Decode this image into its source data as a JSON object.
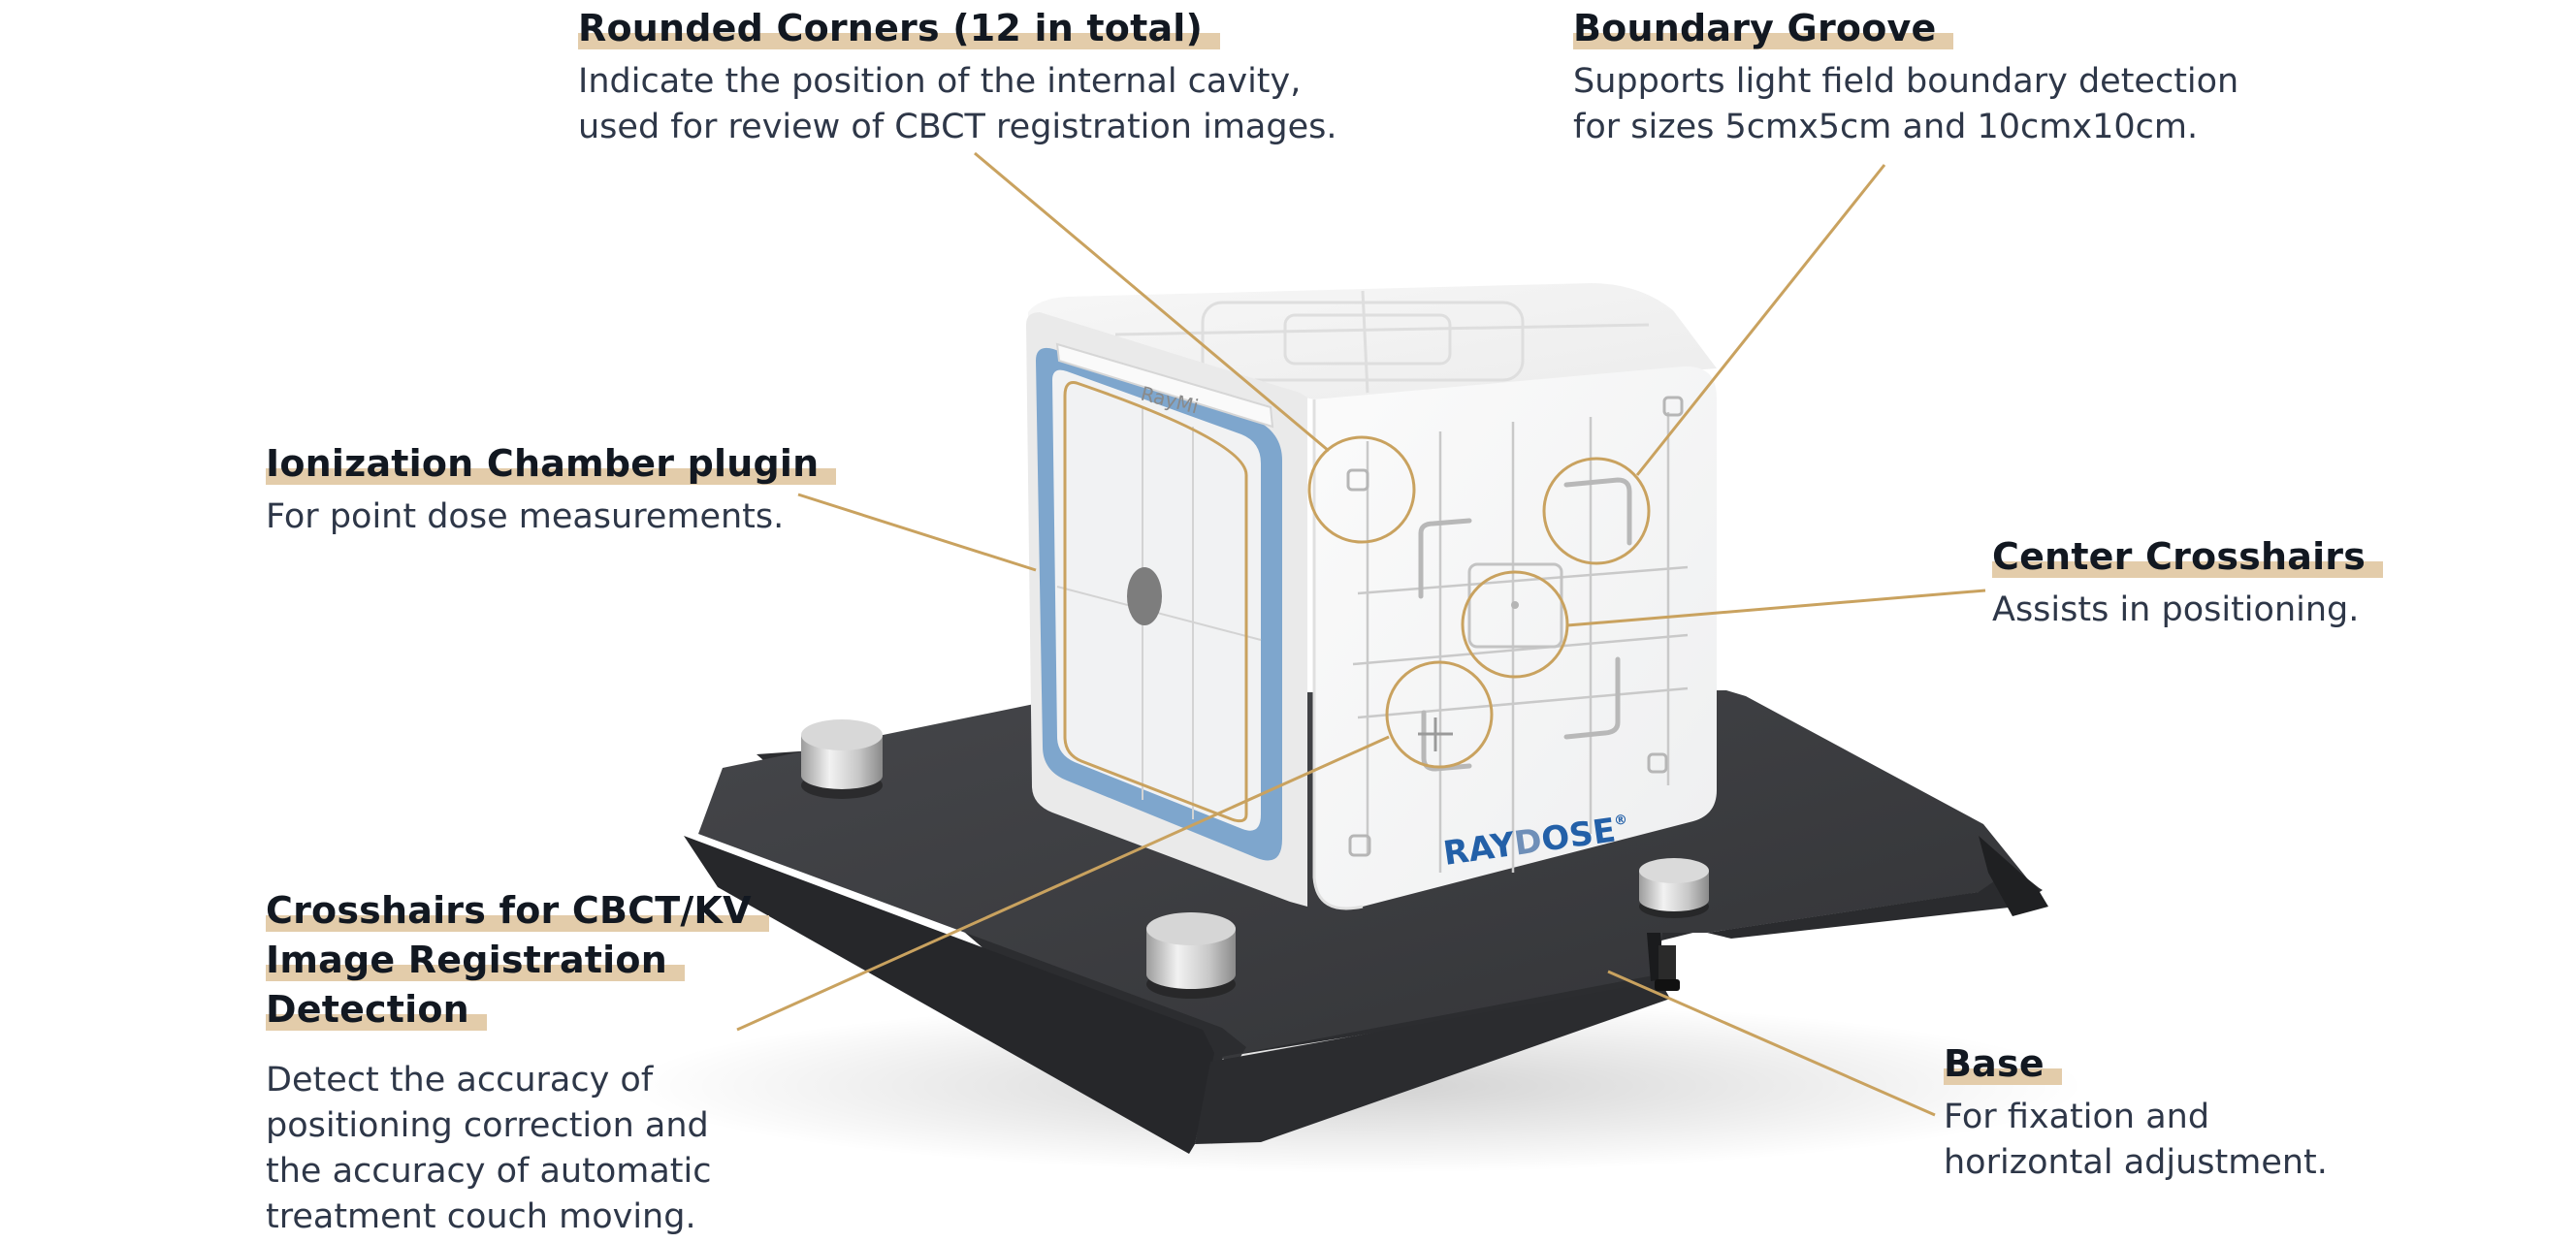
{
  "colors": {
    "highlight": "#e3ccaa",
    "leader": "#c9a25f",
    "base_plate": "#3b3c3f",
    "cube": "#f3f4f4",
    "chamber_frame": "#7ea6cd",
    "brand_blue": "#2360a8"
  },
  "product": {
    "brand_part1": "RAY",
    "brand_part2": "D",
    "brand_part3": "SE",
    "brand_mark": "®",
    "plugin_label": "RayMi"
  },
  "callouts": {
    "rounded_corners": {
      "title": "Rounded Corners (12 in total)",
      "desc": [
        "Indicate the position of the internal cavity,",
        "used for review of CBCT registration images."
      ]
    },
    "boundary_groove": {
      "title": "Boundary Groove",
      "desc": [
        "Supports light field boundary detection",
        "for sizes 5cmx5cm and 10cmx10cm."
      ]
    },
    "ionization_chamber": {
      "title": "Ionization Chamber plugin",
      "desc": [
        "For point dose measurements."
      ]
    },
    "center_crosshairs": {
      "title": "Center Crosshairs",
      "desc": [
        "Assists in positioning."
      ]
    },
    "cbct_crosshairs": {
      "title_lines": [
        "Crosshairs for CBCT/KV",
        "Image Registration",
        "Detection"
      ],
      "desc": [
        "Detect the accuracy of",
        "positioning correction and",
        "the accuracy of automatic",
        "treatment couch moving."
      ]
    },
    "base": {
      "title": "Base",
      "desc": [
        "For fixation and",
        "horizontal adjustment."
      ]
    }
  }
}
